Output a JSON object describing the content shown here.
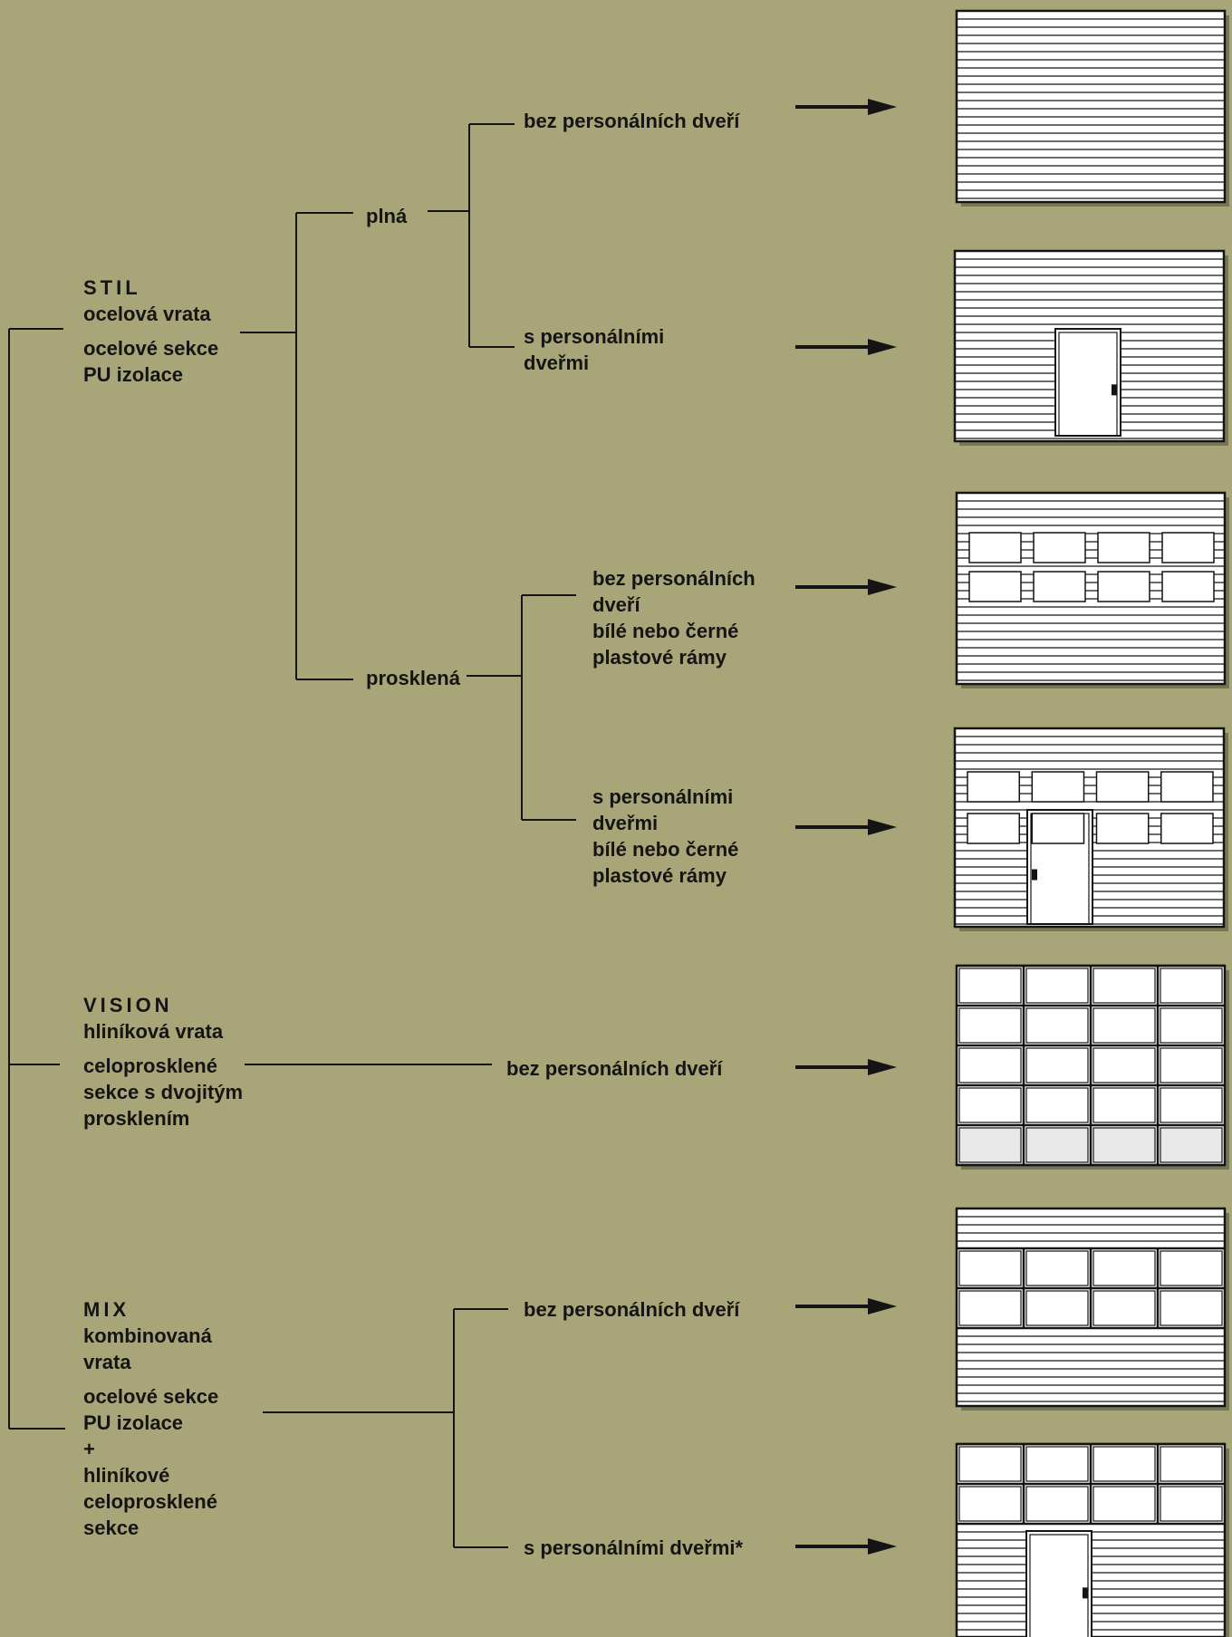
{
  "colors": {
    "background": "#a8a678",
    "line": "#141414",
    "door_fill": "#ffffff",
    "pane_fill": "#ffffff",
    "bottom_panel_fill": "#e8e8e8"
  },
  "branches": {
    "stil": {
      "title": "STIL",
      "lines1": "ocelová vrata",
      "lines2": "ocelové sekce\nPU izolace"
    },
    "vision": {
      "title": "VISION",
      "lines1": "hliníková vrata",
      "lines2": "celoprosklené\nsekce s dvojitým\nprosklením"
    },
    "mix": {
      "title": "MIX",
      "lines1": "kombinovaná\nvrata",
      "lines2": "ocelové sekce\nPU izolace\n+\nhliníkové\nceloprosklené\nsekce"
    }
  },
  "sub_branches": {
    "plna": "plná",
    "prosklena": "prosklená"
  },
  "leaves": {
    "stil_plna_without": "bez personálních dveří",
    "stil_plna_with": "s personálními\ndveřmi",
    "stil_prosklena_without": "bez personálních\ndveří\nbílé nebo černé\nplastové rámy",
    "stil_prosklena_with": "s personálními\ndveřmi\nbílé nebo černé\nplastové rámy",
    "vision_without": "bez personálních dveří",
    "mix_without": "bez personálních dveří",
    "mix_with": "s personálními dveřmi*"
  },
  "doors": [
    {
      "name": "door-stil-plain",
      "type": "stripes"
    },
    {
      "name": "door-stil-plain-with-wicket",
      "type": "stripes-door"
    },
    {
      "name": "door-stil-glazed",
      "type": "stripes-windows"
    },
    {
      "name": "door-stil-glazed-with-wicket",
      "type": "stripes-windows-door"
    },
    {
      "name": "door-vision-full-glass",
      "type": "full-glass"
    },
    {
      "name": "door-mix",
      "type": "mix"
    },
    {
      "name": "door-mix-with-wicket",
      "type": "mix-door"
    }
  ]
}
